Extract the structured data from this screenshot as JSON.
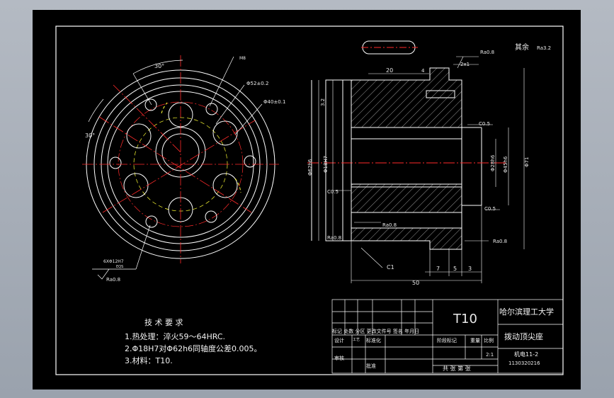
{
  "colors": {
    "background": "#000000",
    "outline": "#ffffff",
    "center_line": "#ff2a2a",
    "hidden_line": "#ffff33",
    "dimension": "#ffffff"
  },
  "left_view": {
    "angle_top": "30°",
    "angle_left": "30°",
    "hole_note": "M8",
    "dia_outer": "Φ52±0.2",
    "dia_pitch": "Φ40±0.1",
    "holes_note_line1": "6XΦ12H7",
    "holes_note_line2": "EQS",
    "roughness": "Ra0.8"
  },
  "section_view": {
    "dim_top_20": "20",
    "dim_top_4": "4",
    "chamfer_top": "2x1",
    "roughness_top": "Ra0.8",
    "rest_note": "其余",
    "rest_roughness": "Ra3.2",
    "dim_3_2": "3.2",
    "dim_c0_5_a": "C0.5",
    "dim_c0_5_b": "C0.5",
    "dim_c0_5_c": "C0.5",
    "dia_62h6": "Φ62h6",
    "dia_18h7": "Φ18H7",
    "dia_28h6": "Φ28h6",
    "dia_45h6": "Φ45h6",
    "dia_71": "Φ71",
    "roughness_mid": "Ra0.8",
    "roughness_left": "Ra0.8",
    "roughness_right": "Ra0.8",
    "chamfer_c1": "C1",
    "dim_7": "7",
    "dim_5": "5",
    "dim_3": "3",
    "dim_50": "50"
  },
  "requirements": {
    "title": "技 术 要 求",
    "item1": "1.热处理：淬火59～64HRC.",
    "item2": "2.Φ18H7对Φ62h6同轴度公差0.005。",
    "item3": "3.材料：T10."
  },
  "title_block": {
    "material": "T10",
    "university": "哈尔滨理工大学",
    "part_name": "拨动顶尖座",
    "row_headers": "标记 处数 分区 更改文件号 签名 年月日",
    "design": "设计",
    "standardize": "标准化",
    "review": "审核",
    "approve": "批准",
    "craft": "工艺",
    "stage_label": "阶段标记",
    "weight_label": "重量",
    "scale_label": "比例",
    "scale": "2:1",
    "drawing_no": "机电11-2",
    "student_no": "1130320216",
    "sheets": "共  张 第 张"
  }
}
